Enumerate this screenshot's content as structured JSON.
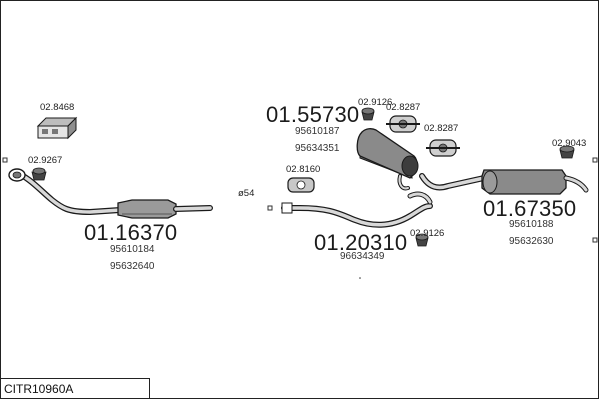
{
  "reference": "CITR10960A",
  "colors": {
    "line": "#1a1a1a",
    "part_fill": "#9a9a9a",
    "part_dark": "#4a4a4a",
    "pipe": "#d8d8d8"
  },
  "parts": {
    "front_pipe": {
      "number": "01.16370",
      "oem": [
        "95610184",
        "95632640"
      ]
    },
    "mid_pipe": {
      "number": "01.20310",
      "oem": [
        "96634349"
      ]
    },
    "centre_silencer": {
      "number": "01.55730",
      "oem": [
        "95610187",
        "95634351"
      ]
    },
    "rear_silencer": {
      "number": "01.67350",
      "oem": [
        "95610188",
        "95632630"
      ]
    }
  },
  "accessories": {
    "mounting_kit": "02.8468",
    "gasket_front": "02.9267",
    "clamp_mid": "02.8160",
    "clamp_silencer": "02.9126",
    "hanger_a": "02.8287",
    "hanger_b": "02.8287",
    "clamp_mid_right": "02.9126",
    "hanger_rear": "02.9043"
  },
  "diameter_label": "ø54"
}
